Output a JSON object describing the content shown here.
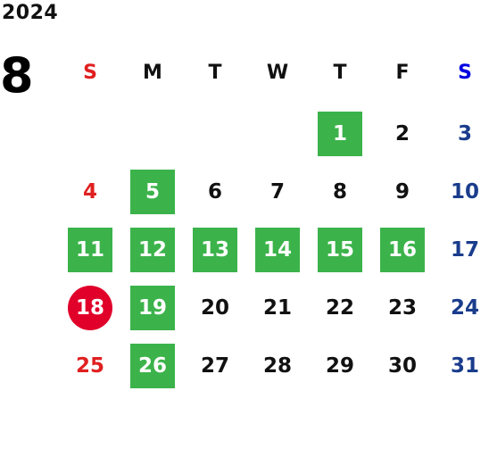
{
  "calendar": {
    "year": "2024",
    "month": "8",
    "weekday_headers": [
      "S",
      "M",
      "T",
      "W",
      "T",
      "F",
      "S"
    ],
    "weeks": [
      [
        null,
        null,
        null,
        null,
        1,
        2,
        3
      ],
      [
        4,
        5,
        6,
        7,
        8,
        9,
        10
      ],
      [
        11,
        12,
        13,
        14,
        15,
        16,
        17
      ],
      [
        18,
        19,
        20,
        21,
        22,
        23,
        24
      ],
      [
        25,
        26,
        27,
        28,
        29,
        30,
        31
      ]
    ],
    "highlighted_green": [
      1,
      5,
      11,
      12,
      13,
      14,
      15,
      16,
      19,
      26
    ],
    "highlighted_red_circle": [
      18
    ]
  },
  "colors": {
    "green": "#3bb34a",
    "red": "#e0002a",
    "sunday": "#e02020",
    "saturday": "#1a3c8c",
    "saturday_header": "#0000e0"
  }
}
